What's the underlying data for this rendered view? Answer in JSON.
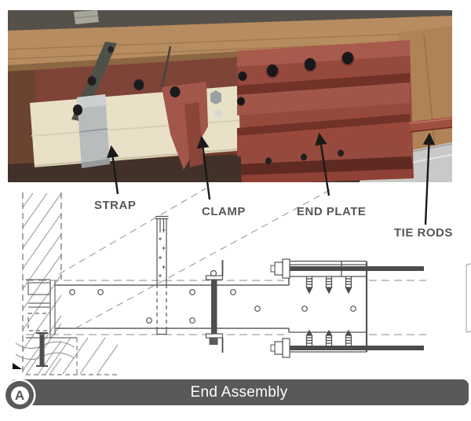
{
  "figure": {
    "photo_labels": [
      {
        "id": "strap",
        "text": "STRAP"
      },
      {
        "id": "clamp",
        "text": "CLAMP"
      },
      {
        "id": "end-plate",
        "text": "END PLATE"
      },
      {
        "id": "tie-rods",
        "text": "TIE RODS"
      }
    ],
    "caption": {
      "badge_letter": "A",
      "title": "End Assembly"
    },
    "colors": {
      "caption_bar": "#58595b",
      "label_text": "#55565a",
      "photo_red_beam": "#7e4437",
      "end_plate_red": "#96493d",
      "wood_tan": "#b78c60",
      "plywood": "#e9e0c8",
      "galvanized_strap": "#b9bcbd",
      "drawing_line": "#5f5f5f"
    }
  }
}
